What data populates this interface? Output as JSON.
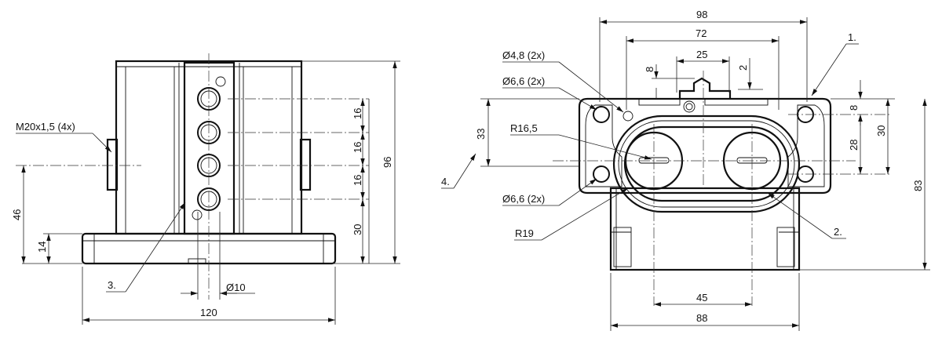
{
  "dimensions": {
    "d98": "98",
    "d72": "72",
    "d25": "25",
    "d8_top": "8",
    "d2_top": "2",
    "d8_right": "8",
    "d30_right": "30",
    "d28": "28",
    "d83": "83",
    "d33": "33",
    "d45": "45",
    "d88": "88",
    "d96": "96",
    "d46": "46",
    "d14": "14",
    "d16a": "16",
    "d16b": "16",
    "d16c": "16",
    "d30_left": "30",
    "d120": "120",
    "d10": "Ø10"
  },
  "callouts": {
    "m20": "M20x1,5 (4x)",
    "phi48": "Ø4,8 (2x)",
    "phi66_top": "Ø6,6 (2x)",
    "phi66_bottom": "Ø6,6 (2x)",
    "r165": "R16,5",
    "r19": "R19",
    "item1": "1.",
    "item2": "2.",
    "item3": "3.",
    "item4": "4."
  }
}
